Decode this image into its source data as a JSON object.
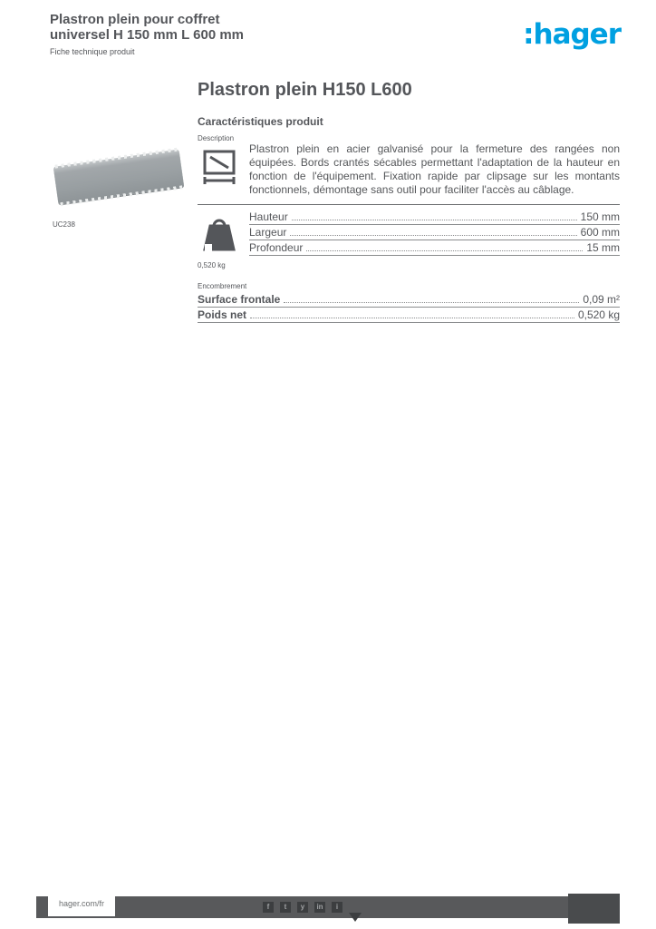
{
  "colors": {
    "accent": "#00a0e1",
    "footer_bar": "#58595b",
    "text": "#54565a"
  },
  "header": {
    "title_line1": "Plastron plein pour coffret",
    "title_line2": "universel H 150 mm L 600 mm",
    "subtitle": "Fiche technique produit",
    "logo_text": ":hager"
  },
  "main": {
    "page_title": "Plastron plein H150 L600",
    "section_title": "Caractéristiques produit",
    "description_label": "Description",
    "description_text": "Plastron plein en acier galvanisé pour la fermeture des rangées non équipées. Bords crantés sécables permettant l'adaptation de la hauteur en fonction de l'équipement. Fixation rapide par clipsage sur les montants fonctionnels, démontage sans outil pour faciliter l'accès au câblage.",
    "photo_caption": "UC238",
    "attributes": [
      {
        "label": "Hauteur",
        "value": "150 mm"
      },
      {
        "label": "Largeur",
        "value": "600 mm"
      },
      {
        "label": "Profondeur",
        "value": "15 mm"
      }
    ],
    "weight_caption": "0,520 kg",
    "extra_label": "Encombrement",
    "extra_rows": [
      {
        "label": "Surface frontale",
        "value": "0,09 m²"
      },
      {
        "label": "Poids net",
        "value": "0,520 kg"
      }
    ]
  },
  "footer": {
    "website": "hager.com/fr",
    "social_icons": [
      "f",
      "t",
      "y",
      "in",
      "i"
    ]
  }
}
